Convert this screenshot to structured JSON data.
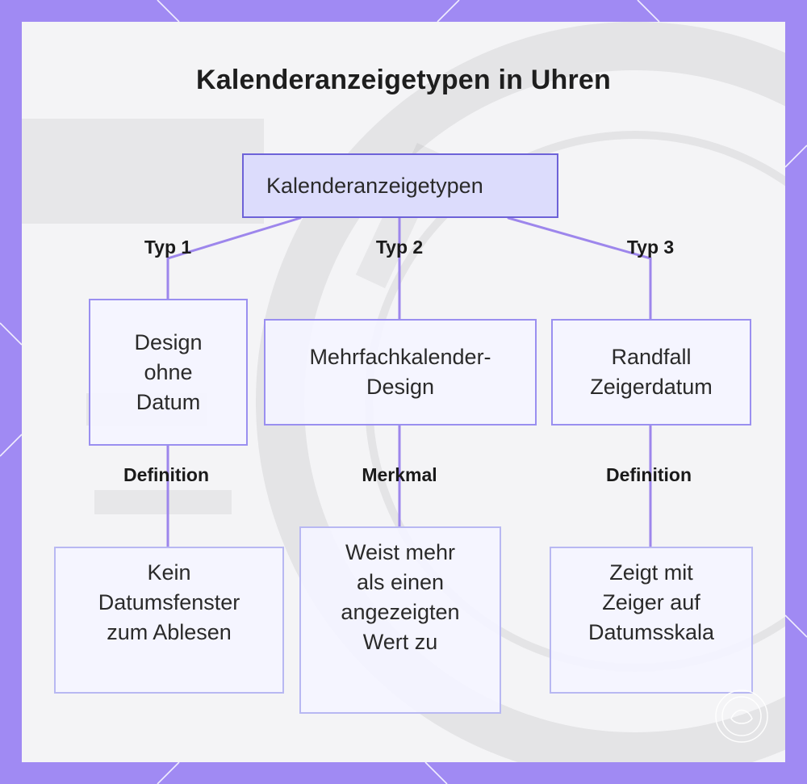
{
  "title": "Kalenderanzeigetypen in Uhren",
  "colors": {
    "frame": "#a08af3",
    "card": "#f4f4f6",
    "connector": "#9d86ec",
    "root_fill": "#dcdcfc",
    "root_border": "#6d62d8",
    "node_border": "#9a8ff0",
    "leaf_border": "#b8b8f2"
  },
  "root": {
    "label": "Kalenderanzeigetypen"
  },
  "branches": [
    {
      "edge_label": "Typ 1",
      "node_lines": [
        "Design",
        "ohne",
        "Datum"
      ],
      "child_edge_label": "Definition",
      "child_lines": [
        "Kein",
        "Datumsfenster",
        "zum Ablesen"
      ]
    },
    {
      "edge_label": "Typ 2",
      "node_lines": [
        "Mehrfachkalender-",
        "Design"
      ],
      "child_edge_label": "Merkmal",
      "child_lines": [
        "Weist mehr",
        "als einen",
        "angezeigten",
        "Wert zu"
      ]
    },
    {
      "edge_label": "Typ 3",
      "node_lines": [
        "Randfall",
        "Zeigerdatum"
      ],
      "child_edge_label": "Definition",
      "child_lines": [
        "Zeigt mit",
        "Zeiger auf",
        "Datumsskala"
      ]
    }
  ]
}
